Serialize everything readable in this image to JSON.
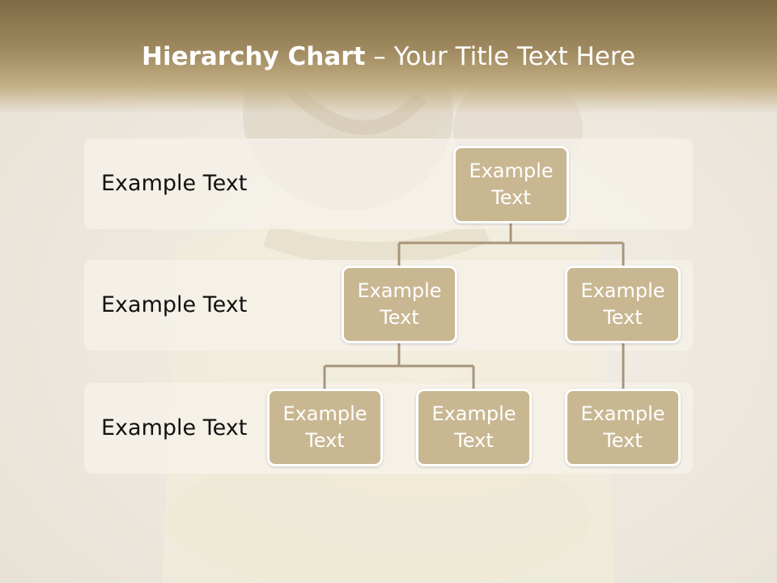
{
  "title": {
    "bold": "Hierarchy Chart",
    "regular": " – Your Title Text Here"
  },
  "rows": [
    {
      "label": "Example Text"
    },
    {
      "label": "Example Text"
    },
    {
      "label": "Example Text"
    }
  ],
  "nodes": {
    "root": "Example Text",
    "level2_left": "Example Text",
    "level2_right": "Example Text",
    "level3_left": "Example Text",
    "level3_middle": "Example Text",
    "level3_right": "Example Text"
  },
  "colors": {
    "node_fill": "#c9b792",
    "connector": "#a8957a",
    "title_band": "#8b7750"
  }
}
